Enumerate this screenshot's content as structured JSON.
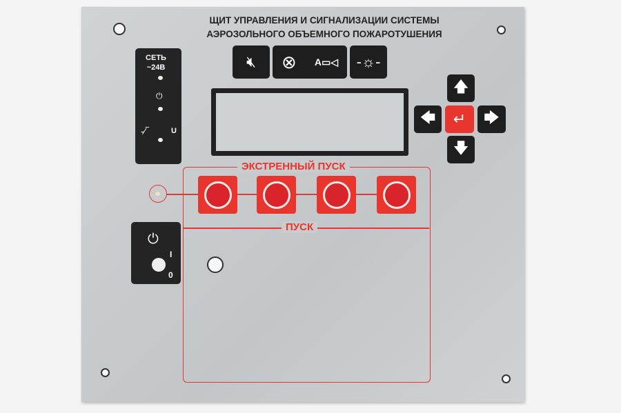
{
  "title": {
    "line1": "ЩИТ УПРАВЛЕНИЯ И СИГНАЛИЗАЦИИ СИСТЕМЫ",
    "line2": "АЭРОЗОЛЬНОГО ОБЪЕМНОГО ПОЖАРОТУШЕНИЯ"
  },
  "indicators": {
    "network": "СЕТЬ",
    "voltage": "~24В",
    "fault_label": "U"
  },
  "top_keys": {
    "horn_label": "А"
  },
  "emergency": {
    "label": "ЭКСТРЕННЫЙ ПУСК",
    "start_label": "ПУСК"
  },
  "power": {
    "on": "I",
    "off": "0"
  },
  "colors": {
    "red": "#e8352e",
    "dark": "#242424",
    "panel": "#c9cbcc"
  }
}
